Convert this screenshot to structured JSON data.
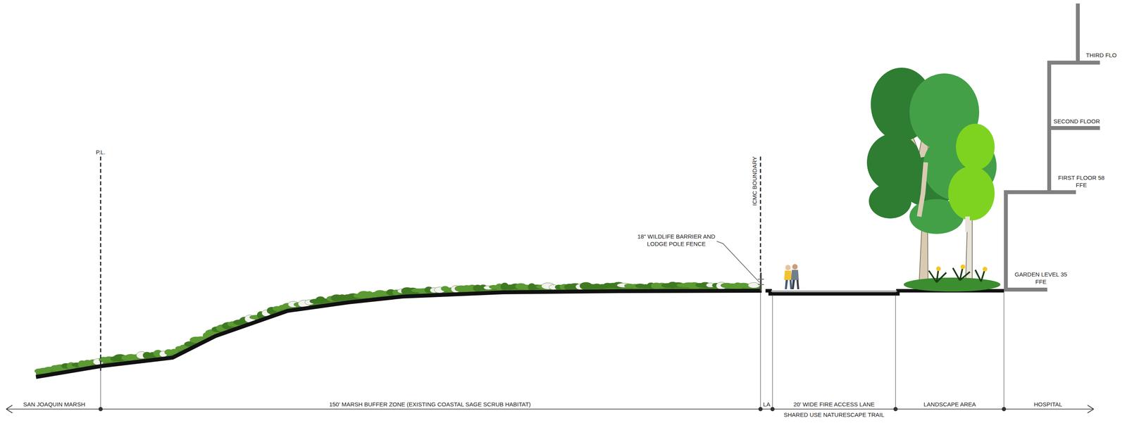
{
  "diagram": {
    "labels": [
      "P.L.",
      "ICMC BOUNDARY",
      "18\" WILDLIFE BARRIER AND LODGE POLE FENCE",
      "THIRD FLO",
      "SECOND FLOOR",
      "FIRST FLOOR 58 FFE",
      "GARDEN LEVEL 35 FFE",
      "SAN JOAQUIN MARSH",
      "150' MARSH BUFFER ZONE (EXISTING COASTAL SAGE SCRUB HABITAT)",
      "LA",
      "20' WIDE FIRE ACCESS LANE",
      "SHARED USE NATURESCAPE TRAIL",
      "LANDSCAPE AREA",
      "HOSPITAL"
    ]
  }
}
